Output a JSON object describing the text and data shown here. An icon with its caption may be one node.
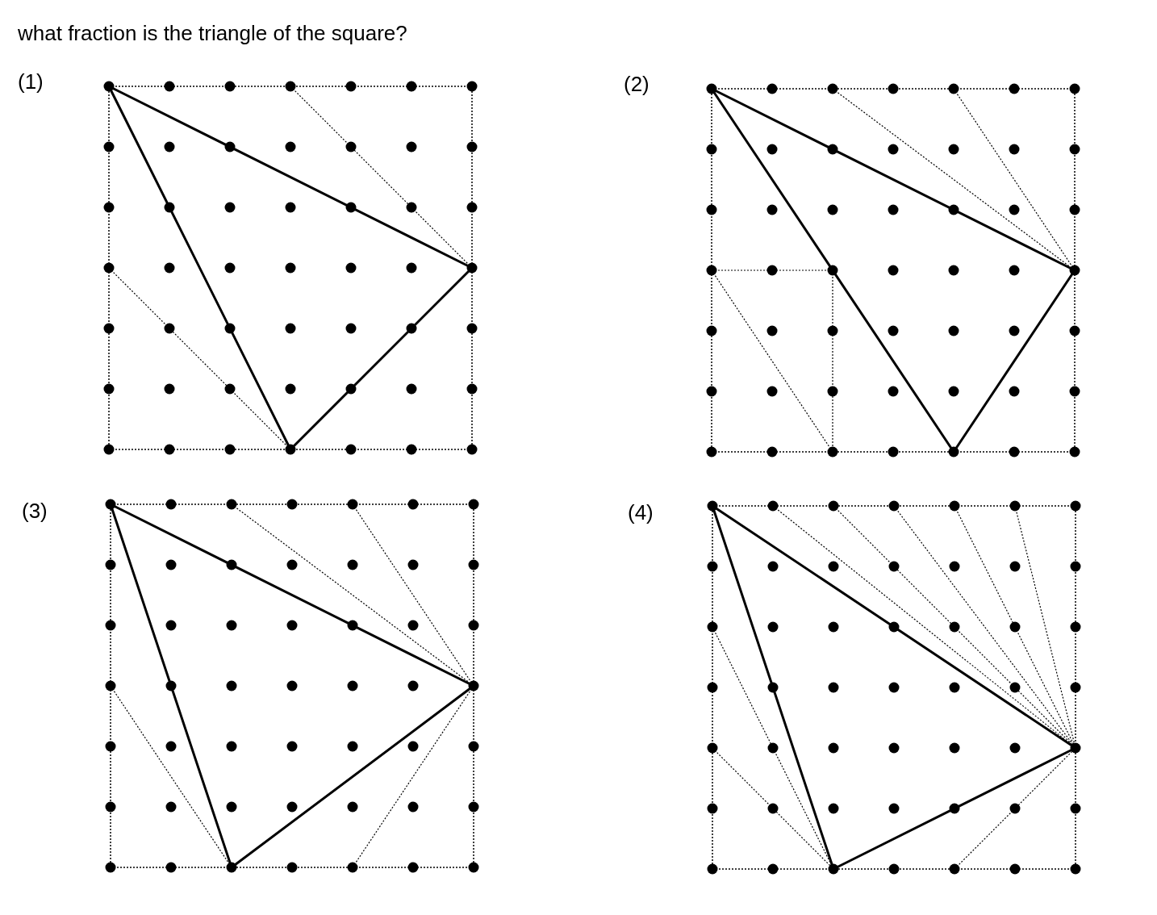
{
  "diagram": {
    "title": "what fraction is the triangle of the square?",
    "labels": [
      "(1)",
      "(2)",
      "(3)",
      "(4)"
    ]
  }
}
